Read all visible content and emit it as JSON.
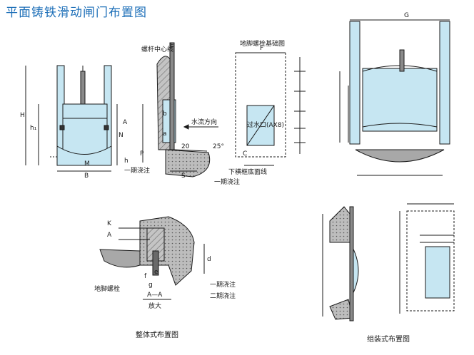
{
  "title": "平面铸铁滑动闸门布置图",
  "labels": {
    "screw_center": "螺杆中心线",
    "flow_direction": "水流方向",
    "first_pour_a": "一期浇注",
    "first_pour_b": "一期浇注",
    "bottom_line": "下横框底面线",
    "anchor_layout": "地脚螺栓基础图",
    "orifice": "过水口(AX8)",
    "anchor_bolt": "地脚螺栓",
    "first_pour_c": "一期浇注",
    "second_pour": "二期浇注",
    "section": "A—A",
    "enlarge": "放大",
    "integral_layout": "整体式布置图",
    "assembled_layout": "组装式布置图",
    "angle": "25°",
    "dim_20": "20"
  },
  "dims": {
    "H": "H",
    "h1": "h₁",
    "h": "h",
    "M": "M",
    "B": "B",
    "A": "A",
    "N": "N",
    "E": "E",
    "b": "b",
    "a": "a",
    "P": "P",
    "C": "C",
    "S": "S",
    "F": "F",
    "K": "K",
    "d": "d",
    "e": "e",
    "f": "f",
    "g": "g",
    "G": "G"
  },
  "colors": {
    "water": "#c6e6f2",
    "concrete": "#b8b8b8",
    "line": "#1a1a1a",
    "title": "#1d6fb8"
  }
}
